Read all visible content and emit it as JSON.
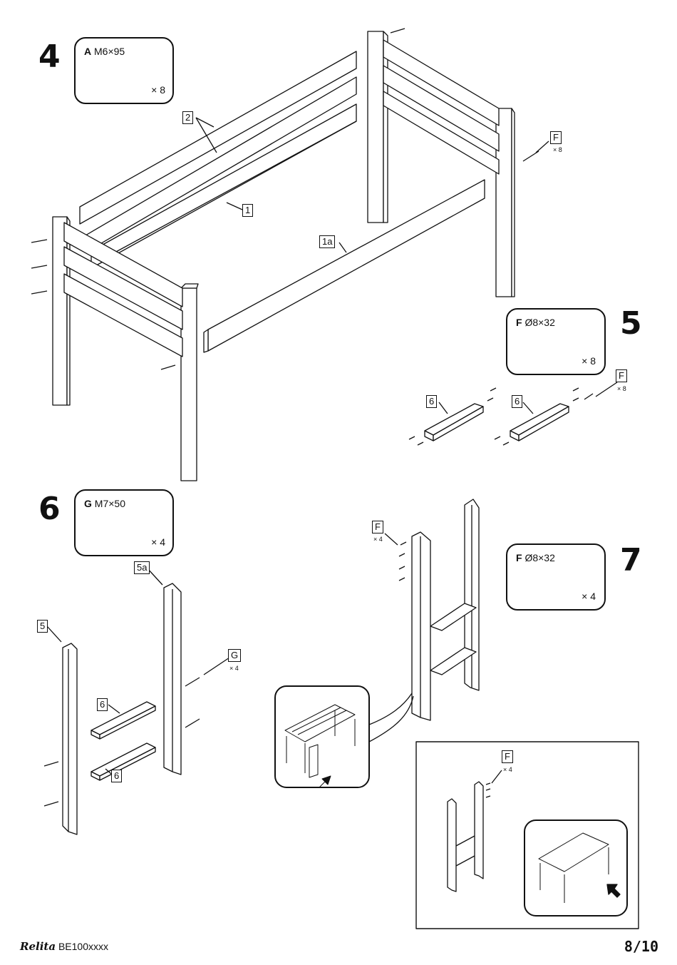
{
  "steps": [
    {
      "number": "4",
      "hardware": {
        "code": "A",
        "spec": "M6×95",
        "qty": "× 8"
      }
    },
    {
      "number": "5",
      "hardware": {
        "code": "F",
        "spec": "Ø8×32",
        "qty": "× 8"
      }
    },
    {
      "number": "6",
      "hardware": {
        "code": "G",
        "spec": "M7×50",
        "qty": "× 4"
      }
    },
    {
      "number": "7",
      "hardware": {
        "code": "F",
        "spec": "Ø8×32",
        "qty": "× 4"
      }
    }
  ],
  "part_tags": {
    "p2": "2",
    "p1": "1",
    "p1a": "1a",
    "p5": "5",
    "p5a": "5a",
    "p6a": "6",
    "p6b": "6",
    "p6c": "6",
    "p6d": "6"
  },
  "fastener_tags": {
    "step4_F": {
      "code": "F",
      "qty": "× 8"
    },
    "step5_F": {
      "code": "F",
      "qty": "× 8"
    },
    "step6_G": {
      "code": "G",
      "qty": "× 4"
    },
    "step7_F": {
      "code": "F",
      "qty": "× 4"
    },
    "step7_inset_F": {
      "code": "F",
      "qty": "× 4"
    }
  },
  "footer": {
    "brand": "Relita",
    "model": "BE100xxxx",
    "page": "8/10"
  }
}
